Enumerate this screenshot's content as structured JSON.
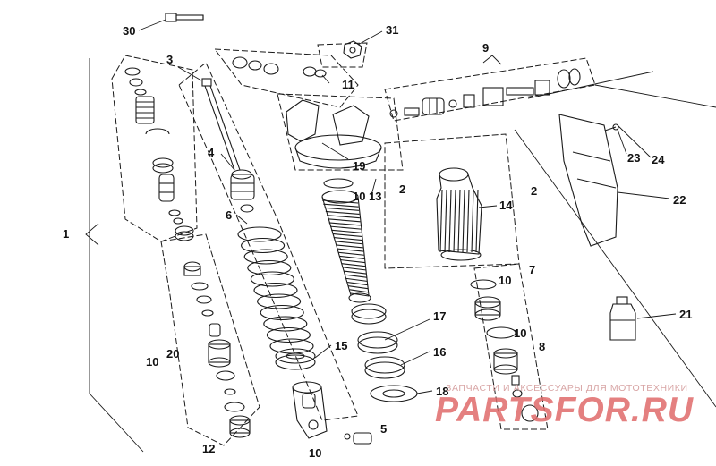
{
  "callouts": {
    "c1": "1",
    "c2a": "2",
    "c2b": "2",
    "c3": "3",
    "c4": "4",
    "c5": "5",
    "c6": "6",
    "c7": "7",
    "c8": "8",
    "c9": "9",
    "c10a": "10",
    "c10b": "10",
    "c10c": "10",
    "c10d": "10",
    "c10e": "10",
    "c11": "11",
    "c12": "12",
    "c13": "13",
    "c14": "14",
    "c15": "15",
    "c16": "16",
    "c17": "17",
    "c18": "18",
    "c19": "19",
    "c20": "20",
    "c21": "21",
    "c22": "22",
    "c23": "23",
    "c24": "24",
    "c30": "30",
    "c31": "31"
  },
  "watermark": {
    "caption": "ЗАПЧАСТИ И АКСЕССУАРЫ ДЛЯ МОТОТЕХНИКИ",
    "logo": "PARTSFOR.RU",
    "color": "#e06a6a"
  }
}
